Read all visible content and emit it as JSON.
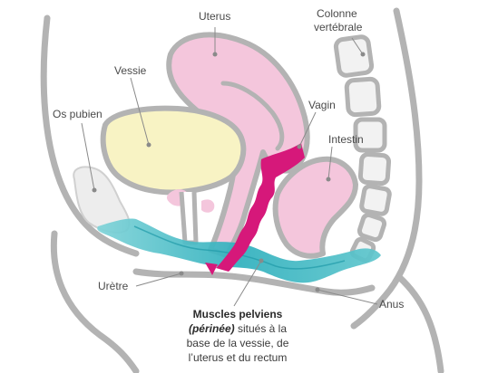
{
  "labels": {
    "uterus": "Uterus",
    "colonne_line1": "Colonne",
    "colonne_line2": "vertébrale",
    "vessie": "Vessie",
    "os_pubien": "Os pubien",
    "vagin": "Vagin",
    "intestin": "Intestin",
    "uretre": "Urètre",
    "anus": "Anus"
  },
  "caption": {
    "line1_bold": "Muscles pelviens",
    "line2_italic": "(périnée)",
    "line2_rest": " situés à la",
    "line3": "base de la vessie, de",
    "line4": "l’uterus et du rectum"
  },
  "colors": {
    "uterus_fill": "#f4c6dc",
    "bladder_fill": "#f8f3c4",
    "muscle_fill": "#3fb8c4",
    "vagina_fill": "#d6187a",
    "bone_fill": "#ededed",
    "outline": "#b3b3b3"
  }
}
